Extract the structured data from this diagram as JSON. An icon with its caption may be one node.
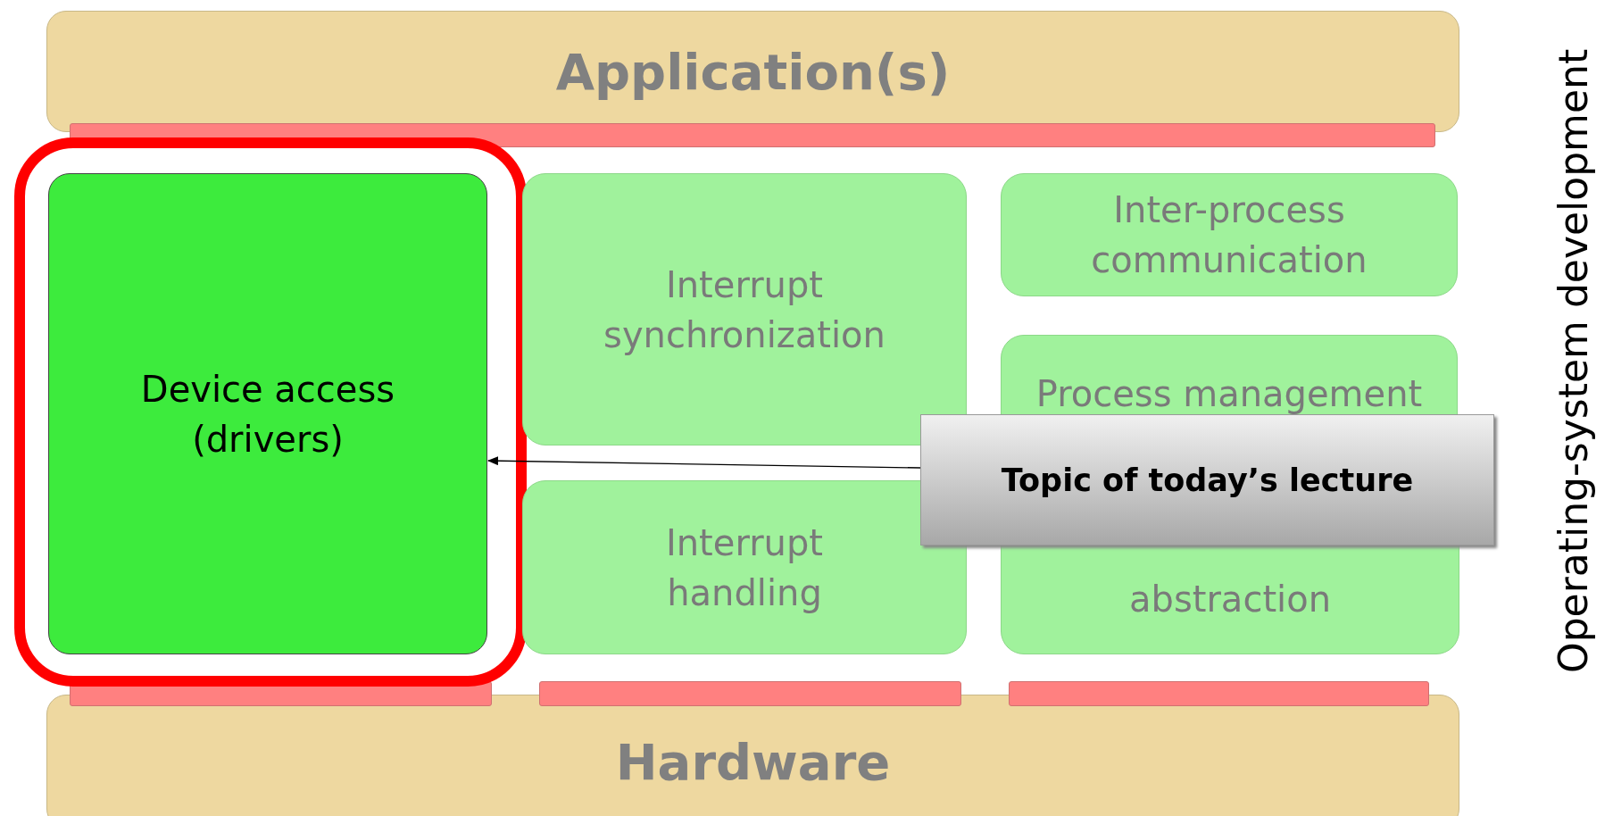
{
  "diagram": {
    "nodes": [
      {
        "text": [
          "Application(s)"
        ]
      },
      {
        "text": [
          "Device access (drivers)"
        ]
      },
      {
        "text": [
          "Interrupt synchronization"
        ]
      },
      {
        "text": [
          "Inter-process communication"
        ]
      },
      {
        "text": [
          "Process management"
        ]
      },
      {
        "text": [
          "Interrupt handling"
        ]
      },
      {
        "text": [
          "abstraction"
        ]
      },
      {
        "text": [
          "Hardware"
        ]
      },
      {
        "text": [
          "Topic of today’s lecture"
        ]
      },
      {
        "text": [],
        "shape": "bar"
      },
      {
        "text": [],
        "shape": "bar"
      },
      {
        "text": [],
        "shape": "bar"
      },
      {
        "text": [],
        "shape": "bar"
      }
    ],
    "edges": [
      {
        "from": 8,
        "to": 1,
        "arrow": "to"
      }
    ],
    "labels": [
      "Operating-system development"
    ]
  }
}
